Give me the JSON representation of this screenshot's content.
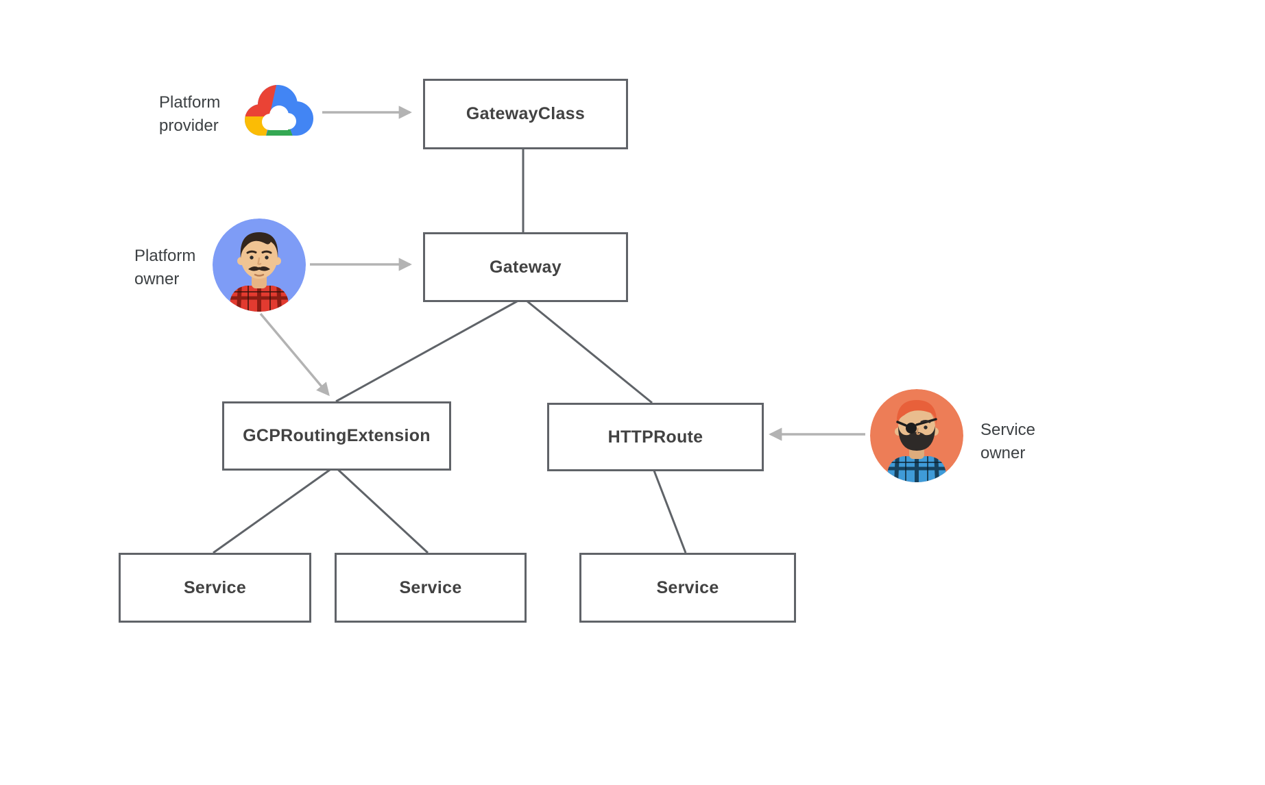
{
  "diagram": {
    "nodes": [
      {
        "id": "gatewayclass",
        "label": "GatewayClass"
      },
      {
        "id": "gateway",
        "label": "Gateway"
      },
      {
        "id": "gcproutingextension",
        "label": "GCPRoutingExtension"
      },
      {
        "id": "httproute",
        "label": "HTTPRoute"
      },
      {
        "id": "service_left",
        "label": "Service"
      },
      {
        "id": "service_middle",
        "label": "Service"
      },
      {
        "id": "service_right",
        "label": "Service"
      }
    ],
    "actors": [
      {
        "id": "platform_provider",
        "lines": [
          "Platform",
          "provider"
        ],
        "icon": "google-cloud-logo"
      },
      {
        "id": "platform_owner",
        "lines": [
          "Platform",
          "owner"
        ],
        "icon": "platform-owner-avatar"
      },
      {
        "id": "service_owner",
        "lines": [
          "Service",
          "owner"
        ],
        "icon": "service-owner-avatar"
      }
    ],
    "edges": [
      {
        "from": "GatewayClass",
        "to": "Gateway",
        "style": "line"
      },
      {
        "from": "Gateway",
        "to": "GCPRoutingExtension",
        "style": "line"
      },
      {
        "from": "Gateway",
        "to": "HTTPRoute",
        "style": "line"
      },
      {
        "from": "GCPRoutingExtension",
        "to": "Service (left)",
        "style": "line"
      },
      {
        "from": "GCPRoutingExtension",
        "to": "Service (middle)",
        "style": "line"
      },
      {
        "from": "HTTPRoute",
        "to": "Service (right)",
        "style": "line"
      },
      {
        "from": "Platform provider",
        "to": "GatewayClass",
        "style": "arrow"
      },
      {
        "from": "Platform owner",
        "to": "Gateway",
        "style": "arrow"
      },
      {
        "from": "Platform owner",
        "to": "GCPRoutingExtension",
        "style": "arrow"
      },
      {
        "from": "Service owner",
        "to": "HTTPRoute",
        "style": "arrow"
      }
    ],
    "colors": {
      "background": "#ffffff",
      "node_border": "#606368",
      "node_text": "#424242",
      "connector": "#5f6368",
      "actor_arrow": "#b3b3b3",
      "gcp_logo_blue": "#4285F4",
      "gcp_logo_red": "#EA4335",
      "gcp_logo_yellow": "#FBBC05",
      "gcp_logo_green": "#34A853",
      "platform_owner_avatar_bg": "#7e9cf6",
      "service_owner_avatar_bg": "#ed7d57"
    }
  }
}
